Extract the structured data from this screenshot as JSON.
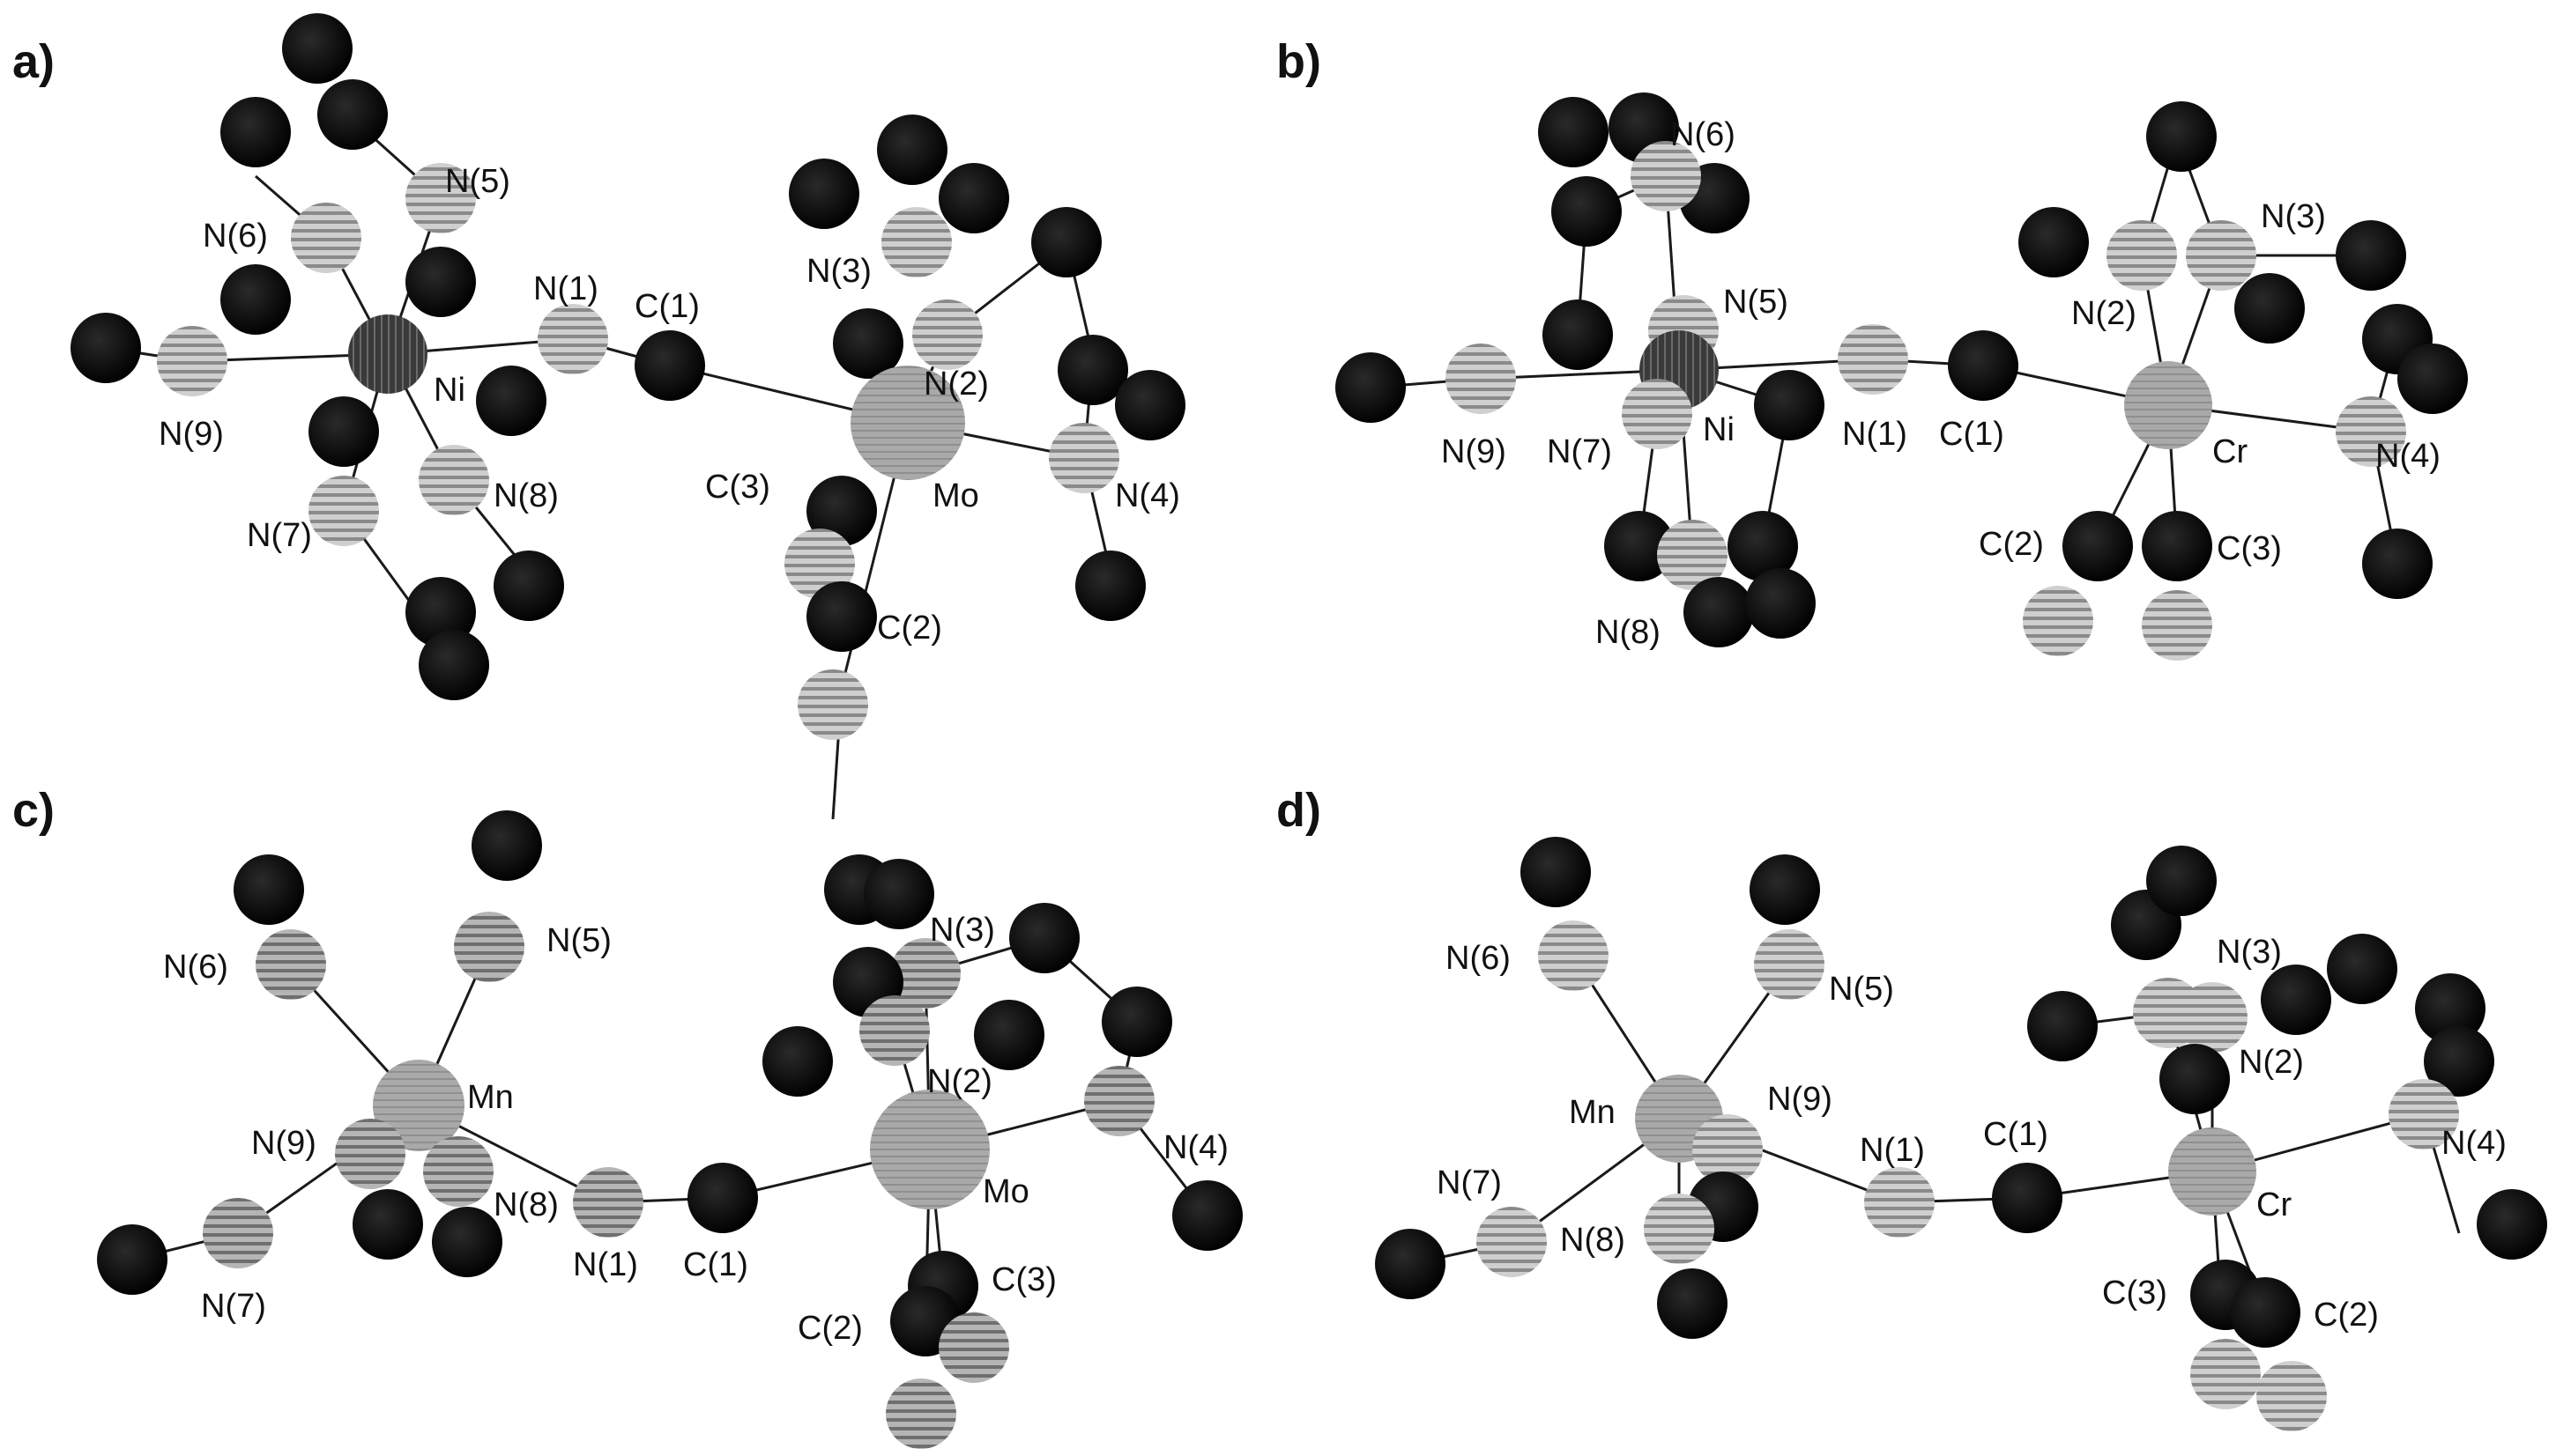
{
  "figure": {
    "panels": [
      {
        "letter": "a)",
        "labels": {
          "N(5)": "N(5)",
          "N(6)": "N(6)",
          "N(1)": "N(1)",
          "C(1)": "C(1)",
          "Ni": "Ni",
          "N(9)": "N(9)",
          "N(8)": "N(8)",
          "N(7)": "N(7)",
          "N(3)": "N(3)",
          "N(2)": "N(2)",
          "C(3)": "C(3)",
          "Mo": "Mo",
          "N(4)": "N(4)",
          "C(2)": "C(2)"
        }
      },
      {
        "letter": "b)",
        "labels": {
          "N(6)": "N(6)",
          "N(5)": "N(5)",
          "N(9)": "N(9)",
          "N(7)": "N(7)",
          "Ni": "Ni",
          "N(1)": "N(1)",
          "C(1)": "C(1)",
          "N(8)": "N(8)",
          "N(3)": "N(3)",
          "N(2)": "N(2)",
          "Cr": "Cr",
          "N(4)": "N(4)",
          "C(2)": "C(2)",
          "C(3)": "C(3)"
        }
      },
      {
        "letter": "c)",
        "labels": {
          "N(6)": "N(6)",
          "N(5)": "N(5)",
          "Mn": "Mn",
          "N(9)": "N(9)",
          "N(8)": "N(8)",
          "N(7)": "N(7)",
          "N(1)": "N(1)",
          "C(1)": "C(1)",
          "N(3)": "N(3)",
          "N(2)": "N(2)",
          "N(4)": "N(4)",
          "Mo": "Mo",
          "C(3)": "C(3)",
          "C(2)": "C(2)"
        }
      },
      {
        "letter": "d)",
        "labels": {
          "N(6)": "N(6)",
          "N(5)": "N(5)",
          "Mn": "Mn",
          "N(9)": "N(9)",
          "N(7)": "N(7)",
          "N(8)": "N(8)",
          "N(1)": "N(1)",
          "C(1)": "C(1)",
          "N(3)": "N(3)",
          "N(2)": "N(2)",
          "N(4)": "N(4)",
          "Cr": "Cr",
          "C(3)": "C(3)",
          "C(2)": "C(2)"
        }
      }
    ]
  }
}
